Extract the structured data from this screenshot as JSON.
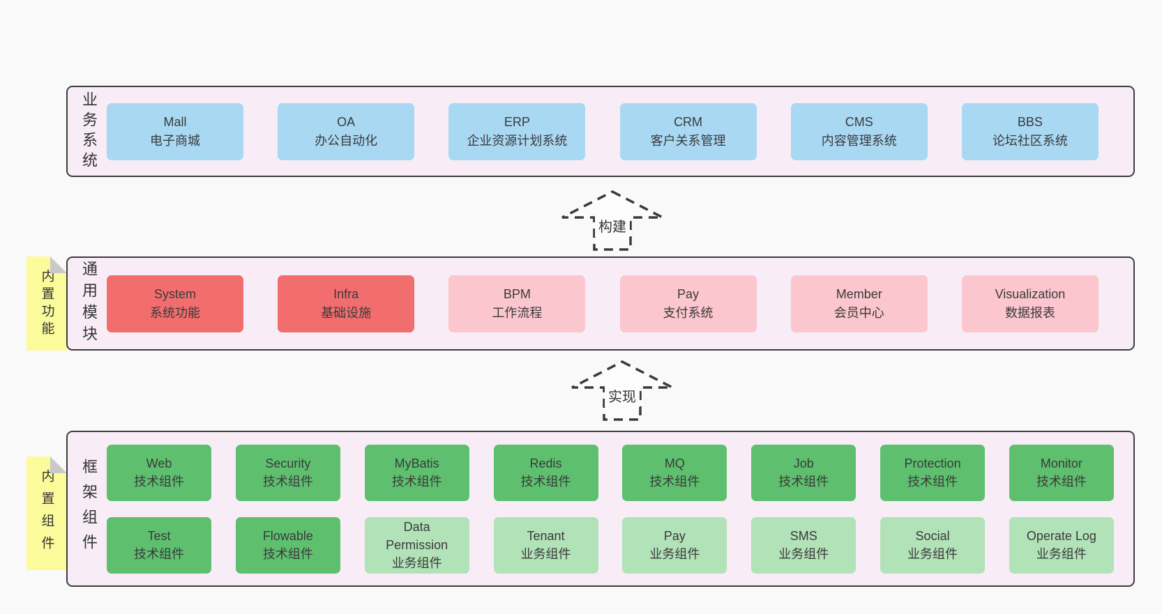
{
  "colors": {
    "page_bg": "#f9f9f9",
    "band_bg": "#f8edf6",
    "band_border": "#3c3c3c",
    "blue_box": "#a9d8f3",
    "red_box": "#f26d6d",
    "pink_box": "#fbc6ce",
    "green_box": "#5ec06f",
    "light_green_box": "#b2e2b8",
    "sticky_yellow": "#fbfb9c",
    "text": "#3a3a3a"
  },
  "arrows": [
    {
      "label": "构建"
    },
    {
      "label": "实现"
    }
  ],
  "sections": [
    {
      "label": "业务系统",
      "boxes": [
        {
          "name": "Mall",
          "desc": "电子商城",
          "variant": "blue"
        },
        {
          "name": "OA",
          "desc": "办公自动化",
          "variant": "blue"
        },
        {
          "name": "ERP",
          "desc": "企业资源计划系统",
          "variant": "blue"
        },
        {
          "name": "CRM",
          "desc": "客户关系管理",
          "variant": "blue"
        },
        {
          "name": "CMS",
          "desc": "内容管理系统",
          "variant": "blue"
        },
        {
          "name": "BBS",
          "desc": "论坛社区系统",
          "variant": "blue"
        }
      ]
    },
    {
      "label": "通用模块",
      "sticky": "内置功能",
      "boxes": [
        {
          "name": "System",
          "desc": "系统功能",
          "variant": "red"
        },
        {
          "name": "Infra",
          "desc": "基础设施",
          "variant": "red"
        },
        {
          "name": "BPM",
          "desc": "工作流程",
          "variant": "pink"
        },
        {
          "name": "Pay",
          "desc": "支付系统",
          "variant": "pink"
        },
        {
          "name": "Member",
          "desc": "会员中心",
          "variant": "pink"
        },
        {
          "name": "Visualization",
          "desc": "数据报表",
          "variant": "pink"
        }
      ]
    },
    {
      "label": "框架组件",
      "sticky": "内置组件",
      "rows": [
        [
          {
            "name": "Web",
            "desc": "技术组件",
            "variant": "green"
          },
          {
            "name": "Security",
            "desc": "技术组件",
            "variant": "green"
          },
          {
            "name": "MyBatis",
            "desc": "技术组件",
            "variant": "green"
          },
          {
            "name": "Redis",
            "desc": "技术组件",
            "variant": "green"
          },
          {
            "name": "MQ",
            "desc": "技术组件",
            "variant": "green"
          },
          {
            "name": "Job",
            "desc": "技术组件",
            "variant": "green"
          },
          {
            "name": "Protection",
            "desc": "技术组件",
            "variant": "green"
          },
          {
            "name": "Monitor",
            "desc": "技术组件",
            "variant": "green"
          }
        ],
        [
          {
            "name": "Test",
            "desc": "技术组件",
            "variant": "green"
          },
          {
            "name": "Flowable",
            "desc": "技术组件",
            "variant": "green"
          },
          {
            "name": "Data Permission",
            "desc": "业务组件",
            "variant": "lightgreen"
          },
          {
            "name": "Tenant",
            "desc": "业务组件",
            "variant": "lightgreen"
          },
          {
            "name": "Pay",
            "desc": "业务组件",
            "variant": "lightgreen"
          },
          {
            "name": "SMS",
            "desc": "业务组件",
            "variant": "lightgreen"
          },
          {
            "name": "Social",
            "desc": "业务组件",
            "variant": "lightgreen"
          },
          {
            "name": "Operate Log",
            "desc": "业务组件",
            "variant": "lightgreen"
          }
        ]
      ]
    }
  ]
}
